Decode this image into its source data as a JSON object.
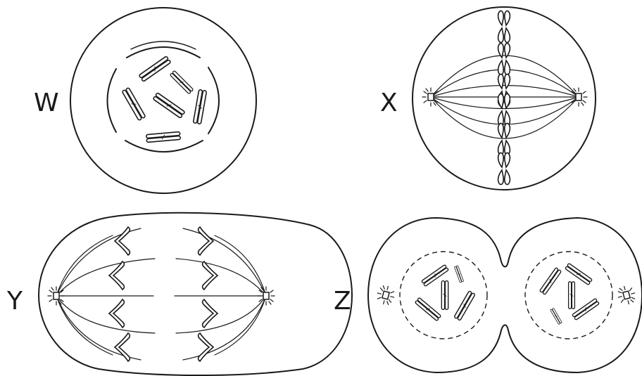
{
  "panels": [
    {
      "id": "W",
      "label": "W"
    },
    {
      "id": "X",
      "label": "X"
    },
    {
      "id": "Y",
      "label": "Y"
    },
    {
      "id": "Z",
      "label": "Z"
    }
  ],
  "colors": {
    "line": "#1a1a1a",
    "background": "#ffffff"
  },
  "icons": [
    "cell-membrane",
    "nuclear-envelope",
    "chromosome",
    "centrosome",
    "spindle-fiber"
  ]
}
